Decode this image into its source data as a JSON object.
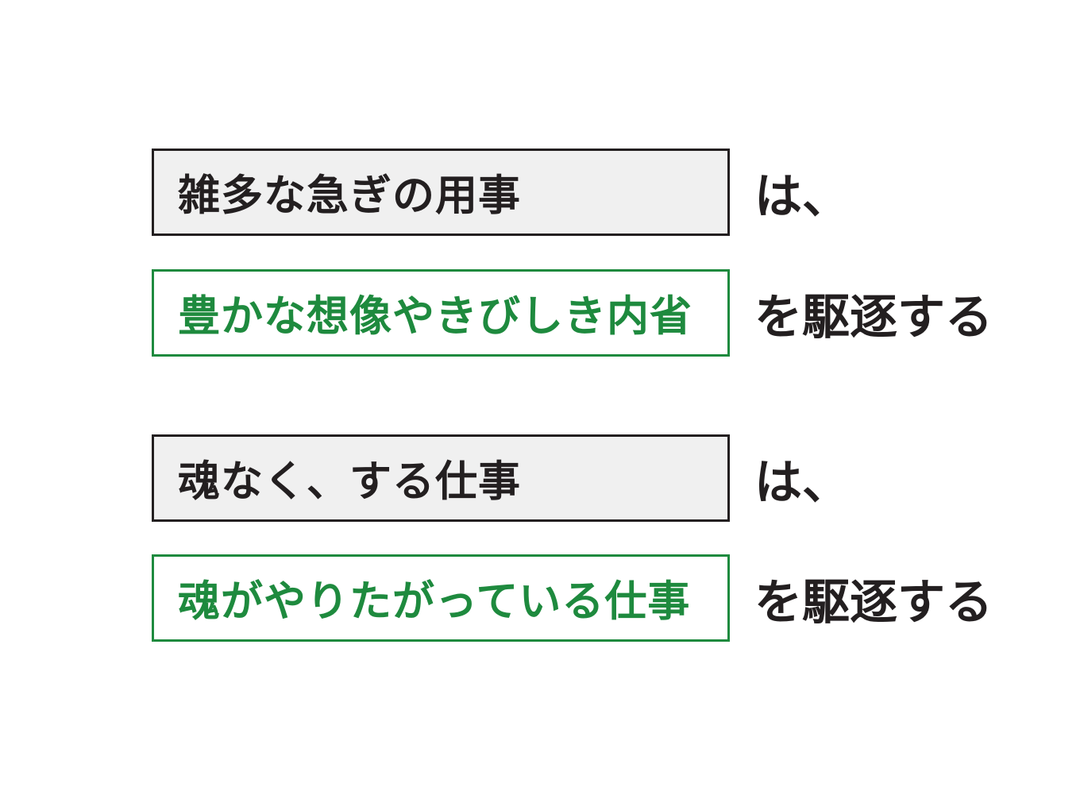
{
  "colors": {
    "text_dark": "#231f20",
    "accent_green": "#1e8a3e",
    "box_gray_fill": "#f0f0f0"
  },
  "blocks": [
    {
      "negative": {
        "text": "雑多な急ぎの用事",
        "suffix": "は、"
      },
      "positive": {
        "text": "豊かな想像やきびしき内省",
        "suffix": "を駆逐する"
      }
    },
    {
      "negative": {
        "text": "魂なく、する仕事",
        "suffix": "は、"
      },
      "positive": {
        "text": "魂がやりたがっている仕事",
        "suffix": "を駆逐する"
      }
    }
  ]
}
